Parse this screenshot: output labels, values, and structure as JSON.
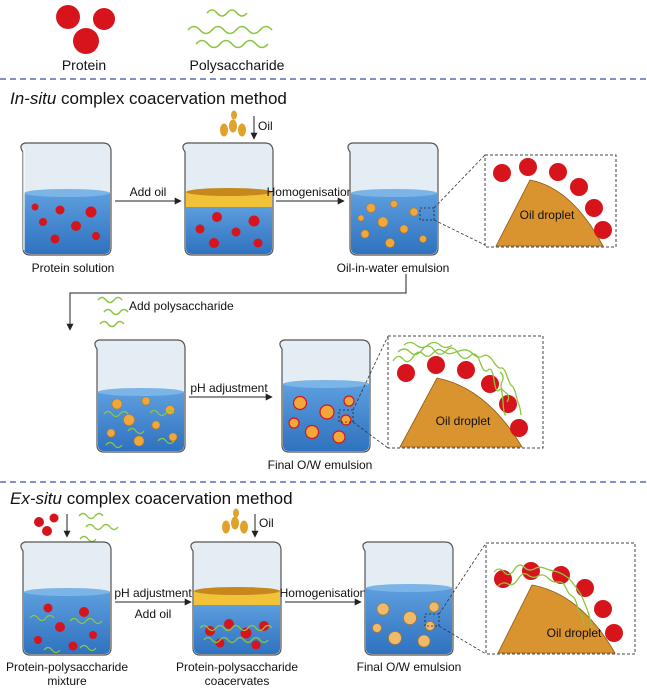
{
  "legend": {
    "protein": "Protein",
    "polysaccharide": "Polysaccharide"
  },
  "in_situ": {
    "title_italic": "In-situ",
    "title_rest": " complex coacervation method",
    "oil": "Oil",
    "add_oil": "Add oil",
    "homogenisation": "Homogenisation",
    "protein_solution": "Protein solution",
    "oil_in_water": "Oil-in-water emulsion",
    "add_polysaccharide": "Add polysaccharide",
    "ph_adjustment": "pH adjustment",
    "final_emulsion": "Final O/W emulsion",
    "droplet_1": "Oil droplet",
    "droplet_2": "Oil droplet"
  },
  "ex_situ": {
    "title_italic": "Ex-situ",
    "title_rest": " complex coacervation method",
    "oil": "Oil",
    "ph_adjustment": "pH adjustment",
    "add_oil": "Add oil",
    "homogenisation": "Homogenisation",
    "mixture_1": "Protein-polysaccharide",
    "mixture_2": "mixture",
    "coacervates_1": "Protein-polysaccharide",
    "coacervates_2": "coacervates",
    "final_emulsion": "Final O/W emulsion",
    "droplet": "Oil droplet"
  },
  "colors": {
    "protein": "#d7141b",
    "oil": "#d9932f",
    "oil_drop": "#f1a73a",
    "water": "#3f86cf",
    "water_top": "#7bb4e6",
    "glass": "#e4edf3",
    "polysaccharide": "#8cc63f",
    "divider": "#3b4fa8"
  }
}
